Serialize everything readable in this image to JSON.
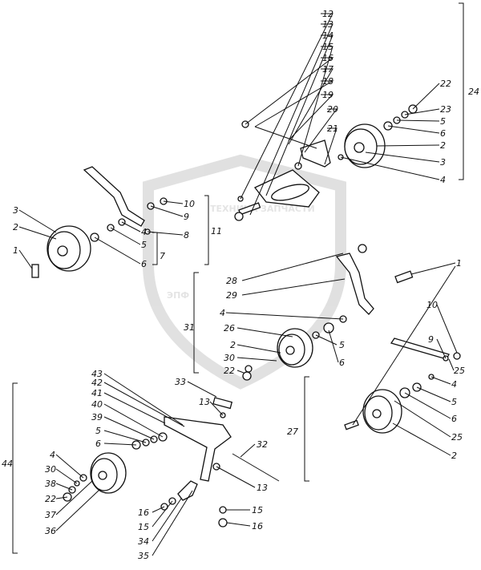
{
  "watermark": {
    "top_text": "ТЕХНИКА",
    "right_text": "ЗАПЧАСТИ",
    "logo_text": "ЭПФ"
  },
  "callouts": [
    {
      "id": "c12",
      "text": "12"
    },
    {
      "id": "c13a",
      "text": "13"
    },
    {
      "id": "c14",
      "text": "14"
    },
    {
      "id": "c15a",
      "text": "15"
    },
    {
      "id": "c16a",
      "text": "16"
    },
    {
      "id": "c17",
      "text": "17"
    },
    {
      "id": "c18",
      "text": "18"
    },
    {
      "id": "c19",
      "text": "19"
    },
    {
      "id": "c20",
      "text": "20"
    },
    {
      "id": "c21",
      "text": "21"
    },
    {
      "id": "c22a",
      "text": "22"
    },
    {
      "id": "c23",
      "text": "23"
    },
    {
      "id": "c5a",
      "text": "5"
    },
    {
      "id": "c6a",
      "text": "6"
    },
    {
      "id": "c2a",
      "text": "2"
    },
    {
      "id": "c3a",
      "text": "3"
    },
    {
      "id": "c4a",
      "text": "4"
    },
    {
      "id": "c24",
      "text": "24"
    },
    {
      "id": "c10a",
      "text": "10"
    },
    {
      "id": "c9a",
      "text": "9"
    },
    {
      "id": "c8",
      "text": "8"
    },
    {
      "id": "c11",
      "text": "11"
    },
    {
      "id": "c3b",
      "text": "3"
    },
    {
      "id": "c2b",
      "text": "2"
    },
    {
      "id": "c1a",
      "text": "1"
    },
    {
      "id": "c4b",
      "text": "4"
    },
    {
      "id": "c5b",
      "text": "5"
    },
    {
      "id": "c6b",
      "text": "6"
    },
    {
      "id": "c7",
      "text": "7"
    },
    {
      "id": "c28",
      "text": "28"
    },
    {
      "id": "c29",
      "text": "29"
    },
    {
      "id": "c1b",
      "text": "1"
    },
    {
      "id": "c4c",
      "text": "4"
    },
    {
      "id": "c31",
      "text": "31"
    },
    {
      "id": "c26",
      "text": "26"
    },
    {
      "id": "c2c",
      "text": "2"
    },
    {
      "id": "c5c",
      "text": "5"
    },
    {
      "id": "c6c",
      "text": "6"
    },
    {
      "id": "c30a",
      "text": "30"
    },
    {
      "id": "c22b",
      "text": "22"
    },
    {
      "id": "c10b",
      "text": "10"
    },
    {
      "id": "c9b",
      "text": "9"
    },
    {
      "id": "c25a",
      "text": "25"
    },
    {
      "id": "c4d",
      "text": "4"
    },
    {
      "id": "c5d",
      "text": "5"
    },
    {
      "id": "c6d",
      "text": "6"
    },
    {
      "id": "c25b",
      "text": "25"
    },
    {
      "id": "c2d",
      "text": "2"
    },
    {
      "id": "c27",
      "text": "27"
    },
    {
      "id": "c43",
      "text": "43"
    },
    {
      "id": "c42",
      "text": "42"
    },
    {
      "id": "c41",
      "text": "41"
    },
    {
      "id": "c40",
      "text": "40"
    },
    {
      "id": "c39",
      "text": "39"
    },
    {
      "id": "c5e",
      "text": "5"
    },
    {
      "id": "c6e",
      "text": "6"
    },
    {
      "id": "c33",
      "text": "33"
    },
    {
      "id": "c13b",
      "text": "13"
    },
    {
      "id": "c32",
      "text": "32"
    },
    {
      "id": "c13c",
      "text": "13"
    },
    {
      "id": "c4e",
      "text": "4"
    },
    {
      "id": "c30b",
      "text": "30"
    },
    {
      "id": "c38",
      "text": "38"
    },
    {
      "id": "c22c",
      "text": "22"
    },
    {
      "id": "c37",
      "text": "37"
    },
    {
      "id": "c36",
      "text": "36"
    },
    {
      "id": "c44",
      "text": "44"
    },
    {
      "id": "c16b",
      "text": "16"
    },
    {
      "id": "c15b",
      "text": "15"
    },
    {
      "id": "c34",
      "text": "34"
    },
    {
      "id": "c35",
      "text": "35"
    },
    {
      "id": "c15c",
      "text": "15"
    },
    {
      "id": "c16c",
      "text": "16"
    }
  ]
}
